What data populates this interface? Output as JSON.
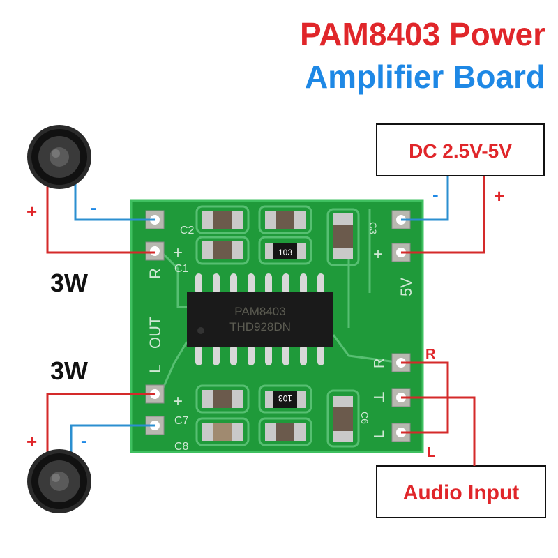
{
  "title": {
    "line1": "PAM8403 Power",
    "line2": "Amplifier Board"
  },
  "colors": {
    "red": "#e0262a",
    "blue": "#1e88e5",
    "board": "#1f9a3a",
    "wire_red": "#d42a2a",
    "wire_blue": "#2b8fd0"
  },
  "power": {
    "label": "DC 2.5V-5V",
    "minus": "-",
    "plus": "+"
  },
  "speakers": {
    "right": {
      "power": "3W",
      "plus": "+",
      "minus": "-"
    },
    "left": {
      "power": "3W",
      "plus": "+",
      "minus": "-"
    }
  },
  "audio_input": {
    "label": "Audio Input",
    "r": "R",
    "l": "L"
  },
  "board": {
    "chip_line1": "PAM8403",
    "chip_line2": "THD928DN",
    "resistor1": "103",
    "resistor2": "103",
    "silk": {
      "c1": "C1",
      "c2": "C2",
      "c3": "C3",
      "c6": "C6",
      "c7": "C7",
      "c8": "C8",
      "out": "OUT",
      "r_left": "R",
      "l_left": "L",
      "v5": "5V",
      "r_right": "R",
      "gnd": "⊥",
      "l_right": "L",
      "plus": "+",
      "minus": "-"
    }
  }
}
